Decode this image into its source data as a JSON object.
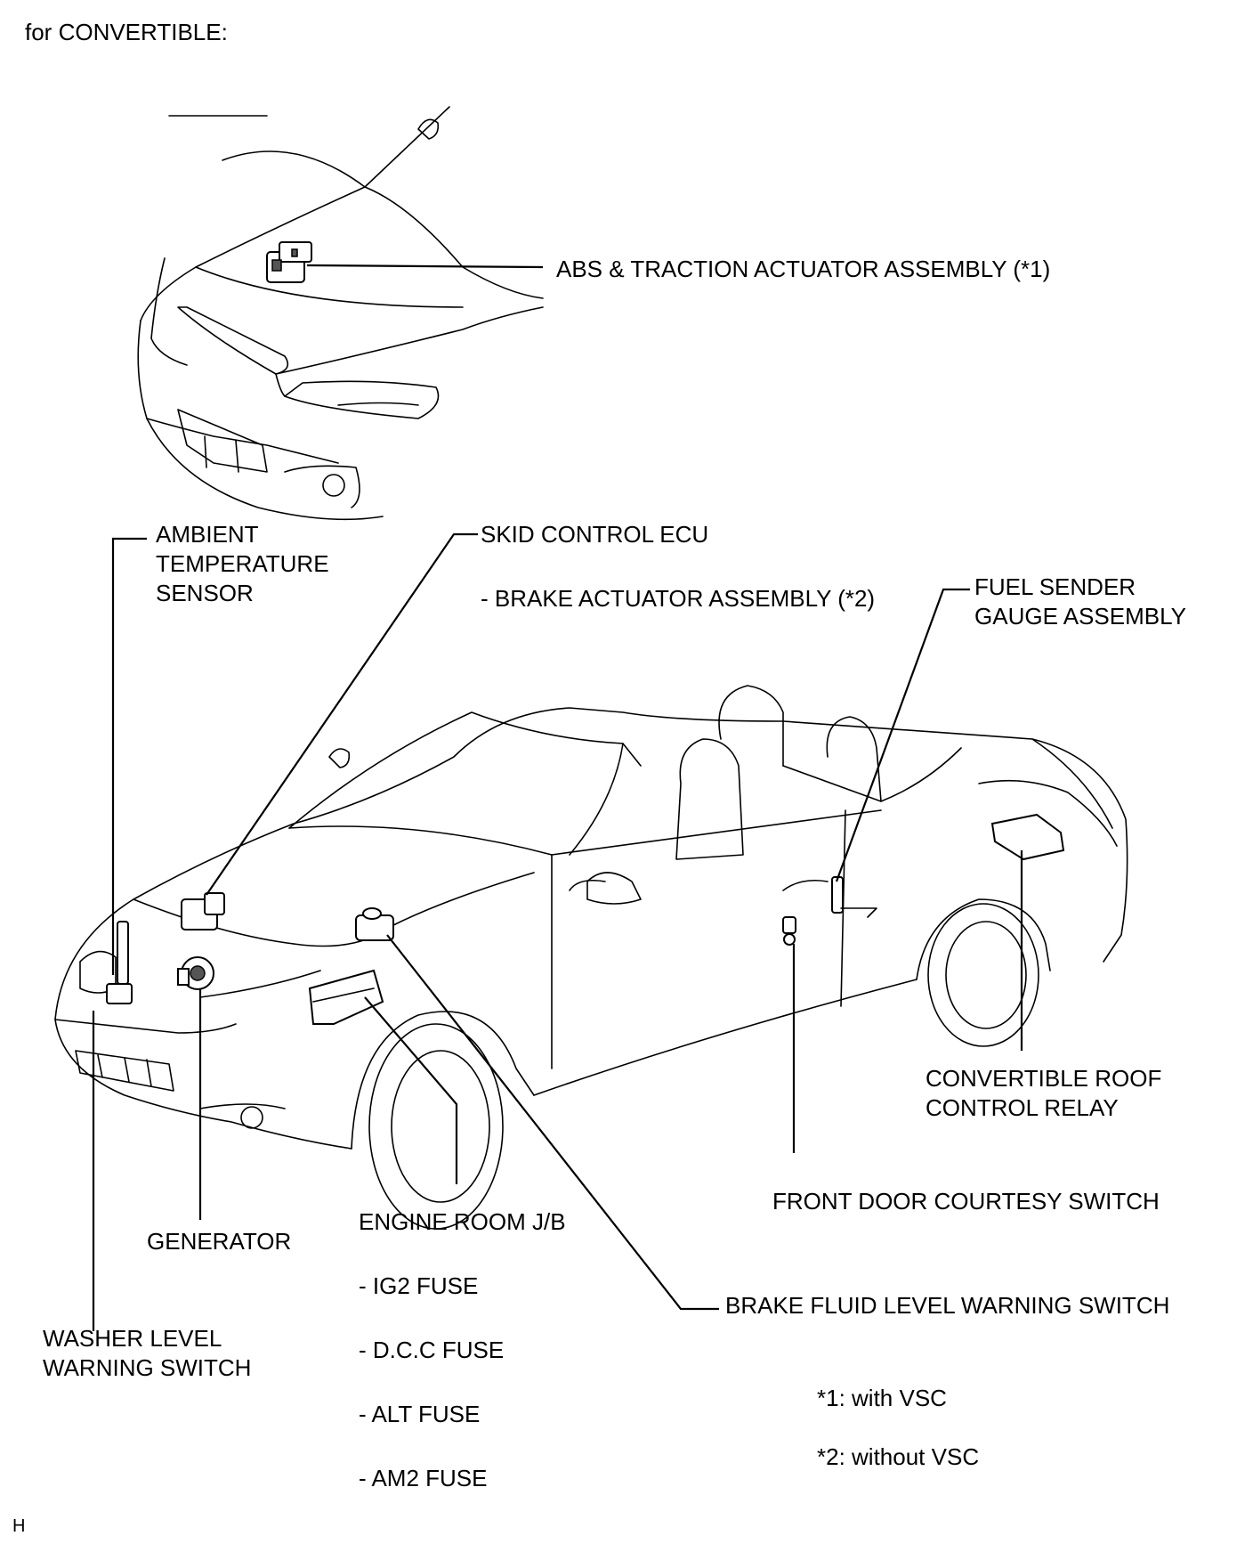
{
  "header": "for CONVERTIBLE:",
  "labels": {
    "abs_actuator": "ABS & TRACTION ACTUATOR ASSEMBLY (*1)",
    "ambient_sensor": [
      "AMBIENT",
      "TEMPERATURE",
      "SENSOR"
    ],
    "skid_ecu": "SKID CONTROL ECU",
    "brake_actuator": "- BRAKE ACTUATOR ASSEMBLY (*2)",
    "fuel_sender": [
      "FUEL SENDER",
      "GAUGE ASSEMBLY"
    ],
    "roof_relay": [
      "CONVERTIBLE ROOF",
      "CONTROL RELAY"
    ],
    "door_switch": "FRONT DOOR COURTESY SWITCH",
    "engine_jb": "ENGINE ROOM J/B",
    "generator": "GENERATOR",
    "brake_fluid": "BRAKE FLUID LEVEL WARNING SWITCH",
    "washer_switch": [
      "WASHER LEVEL",
      "WARNING SWITCH"
    ],
    "fuses": [
      "- IG2 FUSE",
      "- D.C.C FUSE",
      "- ALT FUSE",
      "- AM2 FUSE"
    ]
  },
  "notes": [
    "*1: with VSC",
    "*2: without VSC"
  ],
  "footer_code": "H"
}
